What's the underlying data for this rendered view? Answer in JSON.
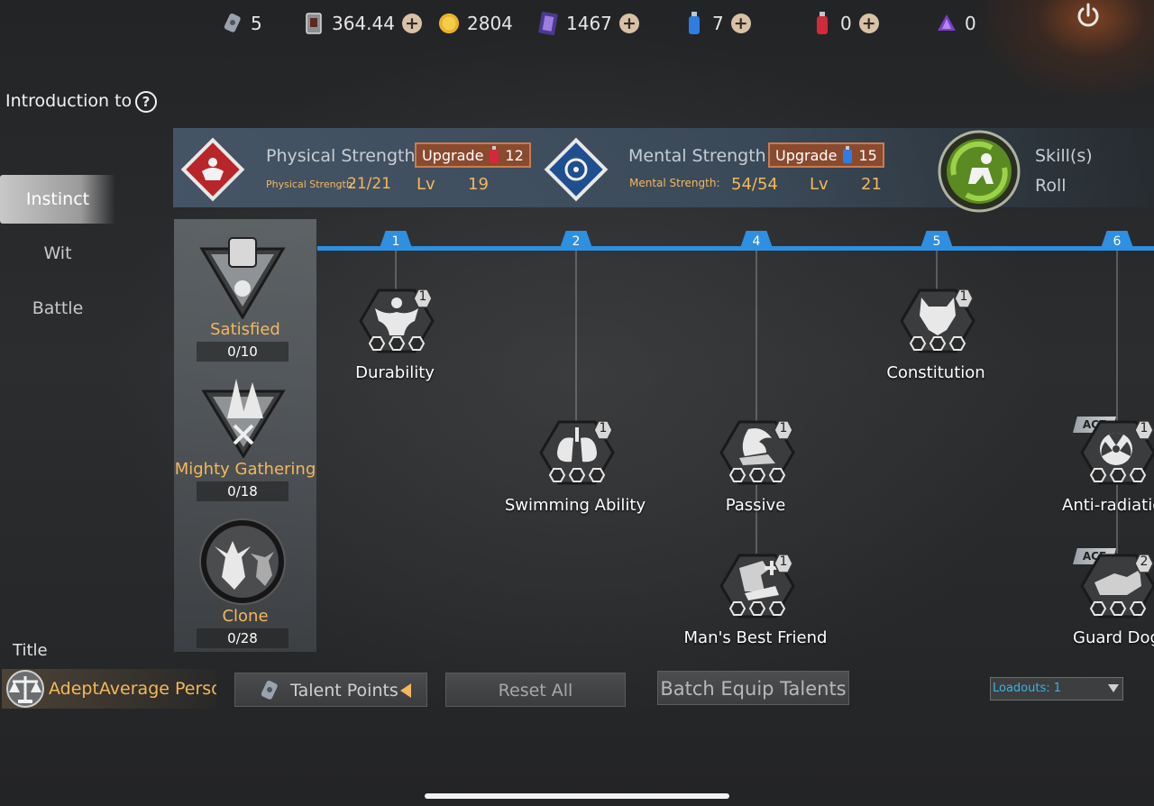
{
  "currencies": [
    {
      "icon": "talent-token-icon",
      "value": "5",
      "plus": false
    },
    {
      "icon": "card-icon",
      "value": "364.44",
      "plus": true
    },
    {
      "icon": "gold-coin-icon",
      "value": "2804",
      "plus": true
    },
    {
      "icon": "crystal-card-icon",
      "value": "1467",
      "plus": true
    },
    {
      "icon": "blue-potion-icon",
      "value": "7",
      "plus": true
    },
    {
      "icon": "red-potion-icon",
      "value": "0",
      "plus": true
    },
    {
      "icon": "purple-gem-icon",
      "value": "0",
      "plus": false
    }
  ],
  "intro": {
    "label": "Introduction to",
    "help": "?"
  },
  "side_menu": [
    {
      "label": "Instinct",
      "active": true
    },
    {
      "label": "Wit",
      "active": false
    },
    {
      "label": "Battle",
      "active": false
    }
  ],
  "header": {
    "physical": {
      "title": "Physical Strength",
      "sub_label": "Physical Strength:",
      "sub_value": "21/21",
      "lv_label": "Lv",
      "lv": "19",
      "upgrade": "Upgrade",
      "cost": "12"
    },
    "mental": {
      "title": "Mental Strength",
      "sub_label": "Mental Strength:",
      "sub_value": "54/54",
      "lv_label": "Lv",
      "lv": "21",
      "upgrade": "Upgrade",
      "cost": "15"
    },
    "skill": {
      "line1": "Skill(s)",
      "line2": "Roll"
    }
  },
  "categories": [
    {
      "name": "Satisfied",
      "count": "0/10"
    },
    {
      "name": "Mighty Gathering",
      "count": "0/18"
    },
    {
      "name": "Clone",
      "count": "0/28"
    }
  ],
  "ticks": [
    "1",
    "2",
    "4",
    "5",
    "6"
  ],
  "talents": [
    {
      "name": "Durability",
      "level": "1",
      "ace": ""
    },
    {
      "name": "Constitution",
      "level": "1",
      "ace": ""
    },
    {
      "name": "Swimming Ability",
      "level": "1",
      "ace": ""
    },
    {
      "name": "Passive",
      "level": "1",
      "ace": ""
    },
    {
      "name": "Anti-radiatio",
      "level": "1",
      "ace": "ACE"
    },
    {
      "name": "Man's Best Friend",
      "level": "1",
      "ace": ""
    },
    {
      "name": "Guard Dog",
      "level": "2",
      "ace": "ACE"
    }
  ],
  "bottom": {
    "title_label": "Title",
    "title_value": "AdeptAverage Persor",
    "talent_points": "Talent Points",
    "reset_all": "Reset All",
    "batch_equip": "Batch Equip Talents",
    "loadouts": "Loadouts: 1"
  },
  "colors": {
    "accent_blue": "#2f8fe0",
    "gold_text": "#f3b85c",
    "upgrade_bg": "#8a4a2e"
  }
}
